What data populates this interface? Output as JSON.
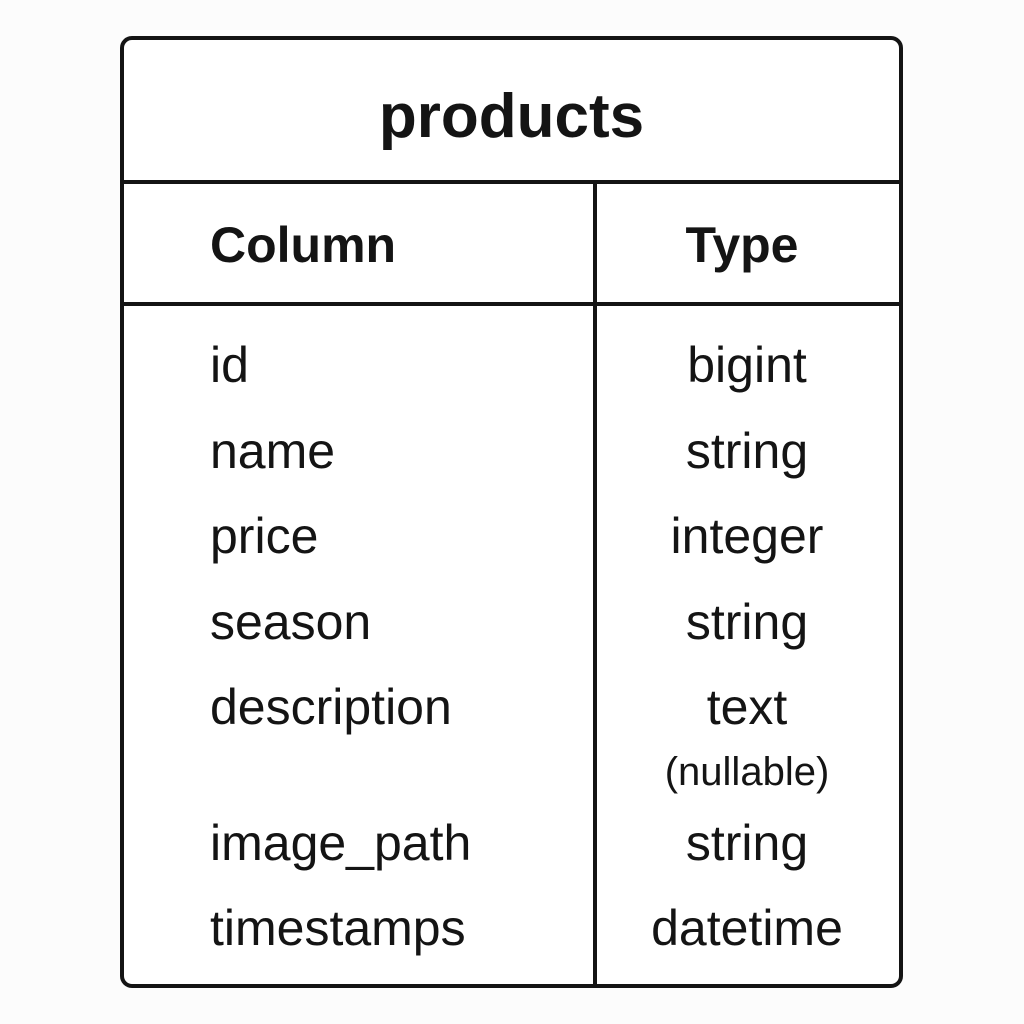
{
  "table": {
    "title": "products",
    "headers": {
      "column": "Column",
      "type": "Type"
    },
    "rows": [
      {
        "column": "id",
        "type": "bigint",
        "note": ""
      },
      {
        "column": "name",
        "type": "string",
        "note": ""
      },
      {
        "column": "price",
        "type": "integer",
        "note": ""
      },
      {
        "column": "season",
        "type": "string",
        "note": ""
      },
      {
        "column": "description",
        "type": "text",
        "note": "(nullable)"
      },
      {
        "column": "image_path",
        "type": "string",
        "note": ""
      },
      {
        "column": "timestamps",
        "type": "datetime",
        "note": ""
      }
    ]
  }
}
